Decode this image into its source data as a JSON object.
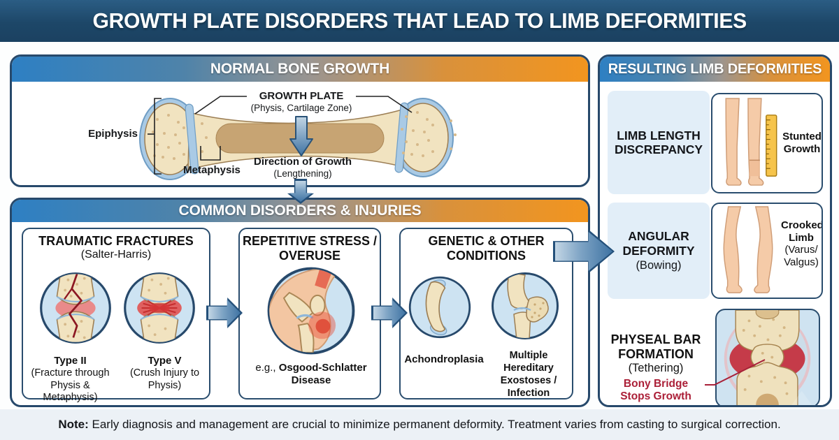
{
  "title": "GROWTH PLATE DISORDERS THAT LEAD TO LIMB DEFORMITIES",
  "normal": {
    "header": "NORMAL BONE GROWTH",
    "growth_plate": "GROWTH PLATE",
    "growth_plate_sub": "(Physis, Cartilage Zone)",
    "epiphysis": "Epiphysis",
    "metaphysis": "Metaphysis",
    "direction": "Direction of Growth",
    "direction_sub": "(Lengthening)"
  },
  "disorders": {
    "header": "COMMON DISORDERS & INJURIES",
    "traumatic": {
      "title": "TRAUMATIC FRACTURES",
      "subtitle": "(Salter-Harris)",
      "type2_label": "Type II",
      "type2_desc": "(Fracture through Physis & Metaphysis)",
      "type5_label": "Type V",
      "type5_desc": "(Crush Injury to Physis)"
    },
    "repetitive": {
      "title_line1": "REPETITIVE STRESS /",
      "title_line2": "OVERUSE",
      "example_prefix": "e.g., ",
      "example_name": "Osgood-Schlatter Disease"
    },
    "genetic": {
      "title_line1": "GENETIC & OTHER",
      "title_line2": "CONDITIONS",
      "item1": "Achondroplasia",
      "item2_lines": [
        "Multiple",
        "Hereditary",
        "Exostoses /",
        "Infection"
      ]
    }
  },
  "deformities": {
    "header": "RESULTING LIMB DEFORMITIES",
    "limb_length": {
      "title_line1": "LIMB LENGTH",
      "title_line2": "DISCREPANCY",
      "annotation": "Stunted Growth"
    },
    "angular": {
      "title_line1": "ANGULAR",
      "title_line2": "DEFORMITY",
      "subtitle": "(Bowing)",
      "annotation_lines": [
        "Crooked",
        "Limb",
        "(Varus/",
        "Valgus)"
      ]
    },
    "physeal": {
      "title_line1": "PHYSEAL BAR",
      "title_line2": "FORMATION",
      "subtitle": "(Tethering)",
      "warning_line1": "Bony Bridge",
      "warning_line2": "Stops Growth"
    }
  },
  "note": {
    "label": "Note:",
    "text": " Early diagnosis and management are crucial to minimize permanent deformity. Treatment varies from casting to surgical correction."
  },
  "colors": {
    "banner_navy": "#1d4768",
    "header_blue": "#2e80c3",
    "header_orange": "#f2951f",
    "border_navy": "#27496b",
    "label_box_blue": "#e2eef8",
    "warning_red": "#ab1f37",
    "arrow_blue": "#3f73a3",
    "bone_cream": "#f1e3c0",
    "cartilage_blue": "#a9cae5",
    "injury_red": "#c53b49"
  }
}
